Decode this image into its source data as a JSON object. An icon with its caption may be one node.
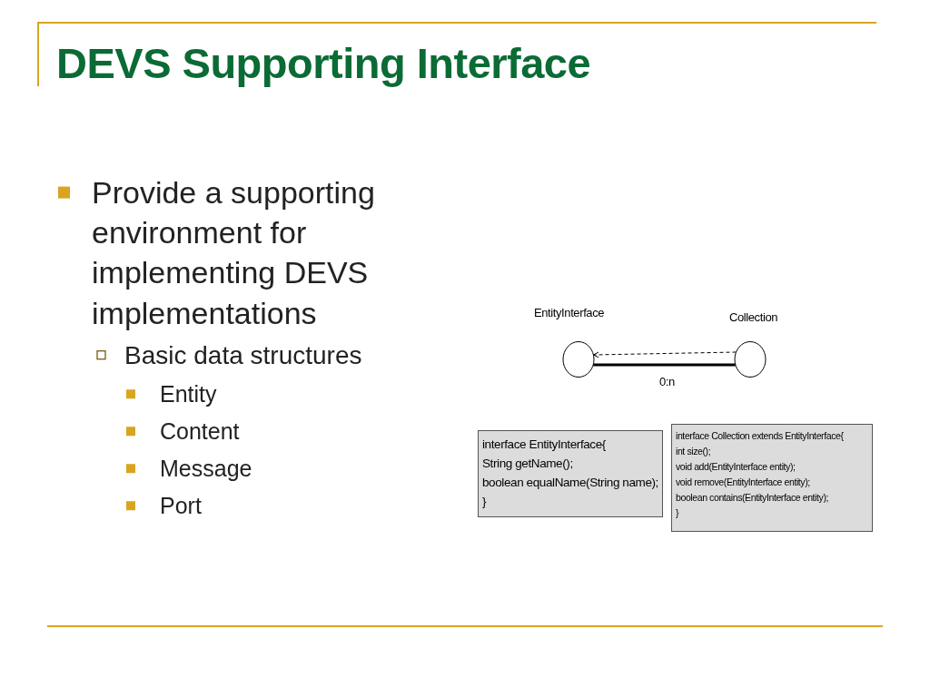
{
  "diagram": {
    "title": "DEVS Supporting Interface",
    "nodes": [
      {
        "text": [
          "EntityInterface"
        ]
      },
      {
        "text": [
          "Collection"
        ]
      },
      {
        "text": [
          "interface EntityInterface{",
          "String getName();",
          "boolean equalName(String name);",
          "}"
        ]
      },
      {
        "text": [
          "interface Collection extends EntityInterface{",
          "int size();",
          "void add(EntityInterface entity);",
          "void remove(EntityInterface entity);",
          "boolean contains(EntityInterface entity);",
          "}"
        ]
      }
    ],
    "edges": [
      {
        "from": 1,
        "to": 0,
        "arrow": "to",
        "style": "dashed"
      },
      {
        "from": 0,
        "to": 1,
        "arrow": "none",
        "style": "thick",
        "label": "0:n"
      }
    ],
    "labels": [
      "Provide a supporting environment for implementing DEVS implementations",
      "Basic data structures",
      "Entity",
      "Content",
      "Message",
      "Port"
    ]
  }
}
